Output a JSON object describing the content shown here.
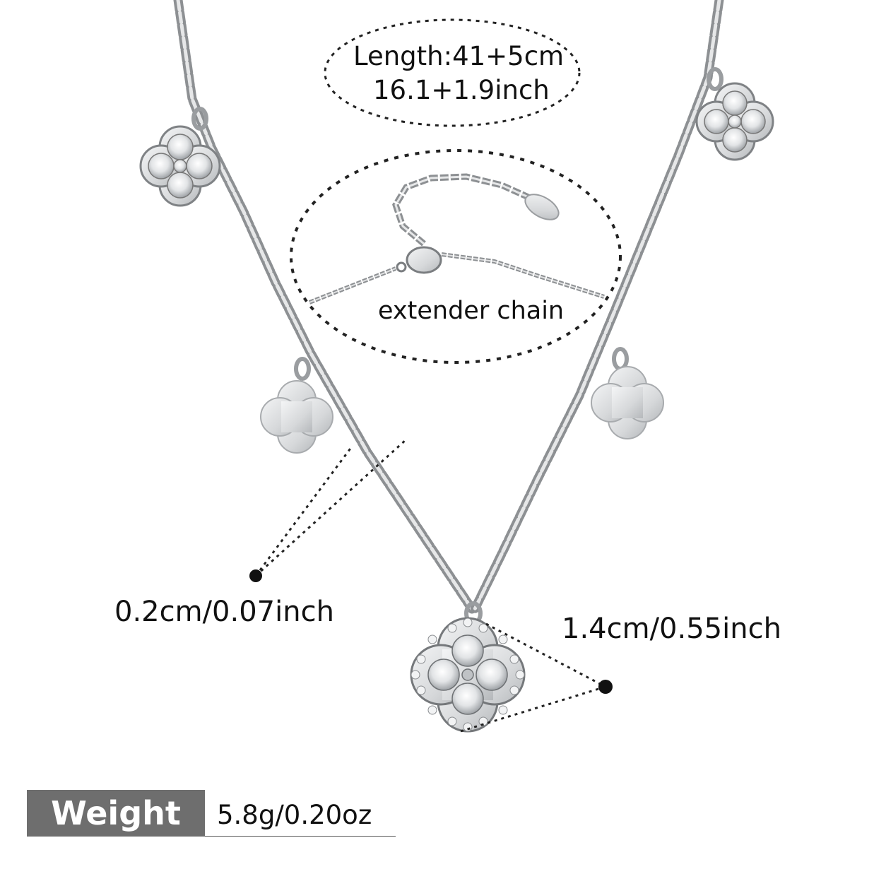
{
  "labels": {
    "length_cm": "Length:41+5cm",
    "length_inch": "16.1+1.9inch",
    "extender": "extender chain",
    "chain_thickness": "0.2cm/0.07inch",
    "pendant_size": "1.4cm/0.55inch"
  },
  "weight": {
    "label": "Weight",
    "value": "5.8g/0.20oz"
  },
  "colors": {
    "metal": "#c9cbcd",
    "metal_dark": "#8c8f92",
    "weight_box": "#6e6e6e",
    "text": "#111111"
  },
  "icons": [
    "crystal-clover-charm",
    "plain-clover-charm",
    "lobster-clasp",
    "tag-charm",
    "dimension-dot"
  ]
}
